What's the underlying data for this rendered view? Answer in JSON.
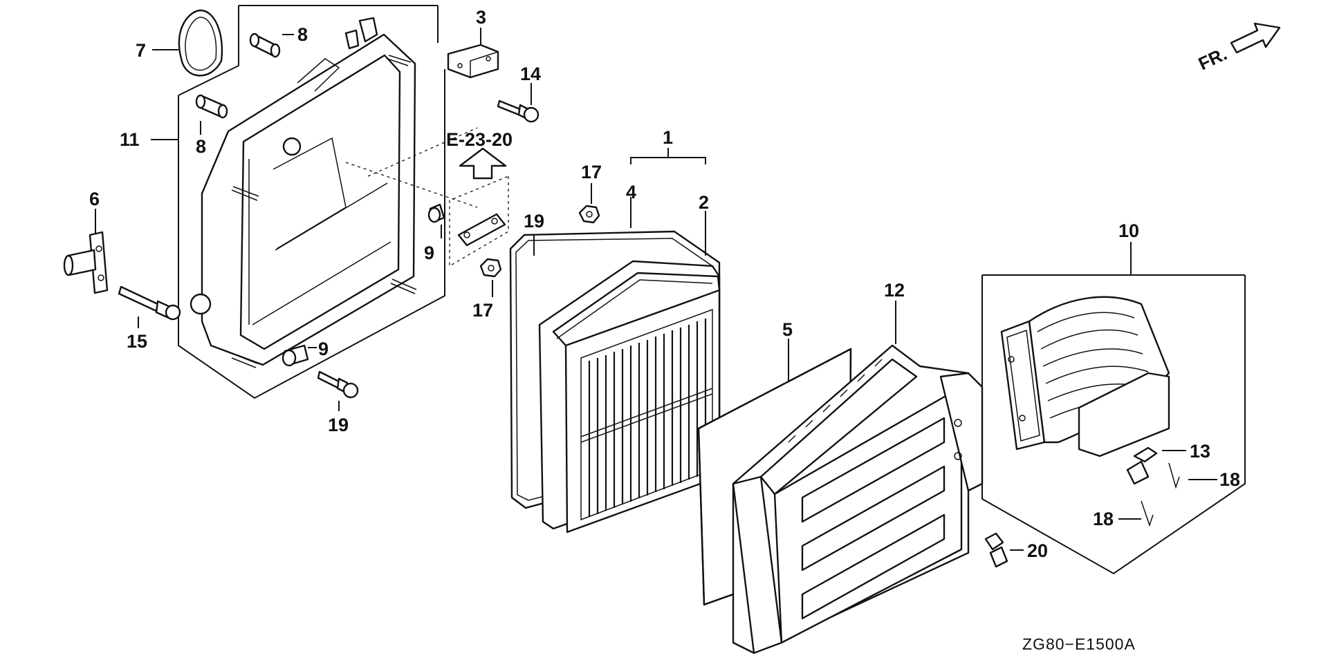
{
  "callouts": {
    "c1": "1",
    "c2": "2",
    "c3": "3",
    "c4": "4",
    "c5": "5",
    "c6": "6",
    "c7": "7",
    "c8a": "8",
    "c8b": "8",
    "c9a": "9",
    "c9b": "9",
    "c10": "10",
    "c11": "11",
    "c12": "12",
    "c13": "13",
    "c14": "14",
    "c15": "15",
    "c17a": "17",
    "c17b": "17",
    "c18a": "18",
    "c18b": "18",
    "c19a": "19",
    "c19b": "19",
    "c20": "20"
  },
  "reference": "E-23-20",
  "direction_label": "FR.",
  "diagram_code": "ZG80−E1500A"
}
